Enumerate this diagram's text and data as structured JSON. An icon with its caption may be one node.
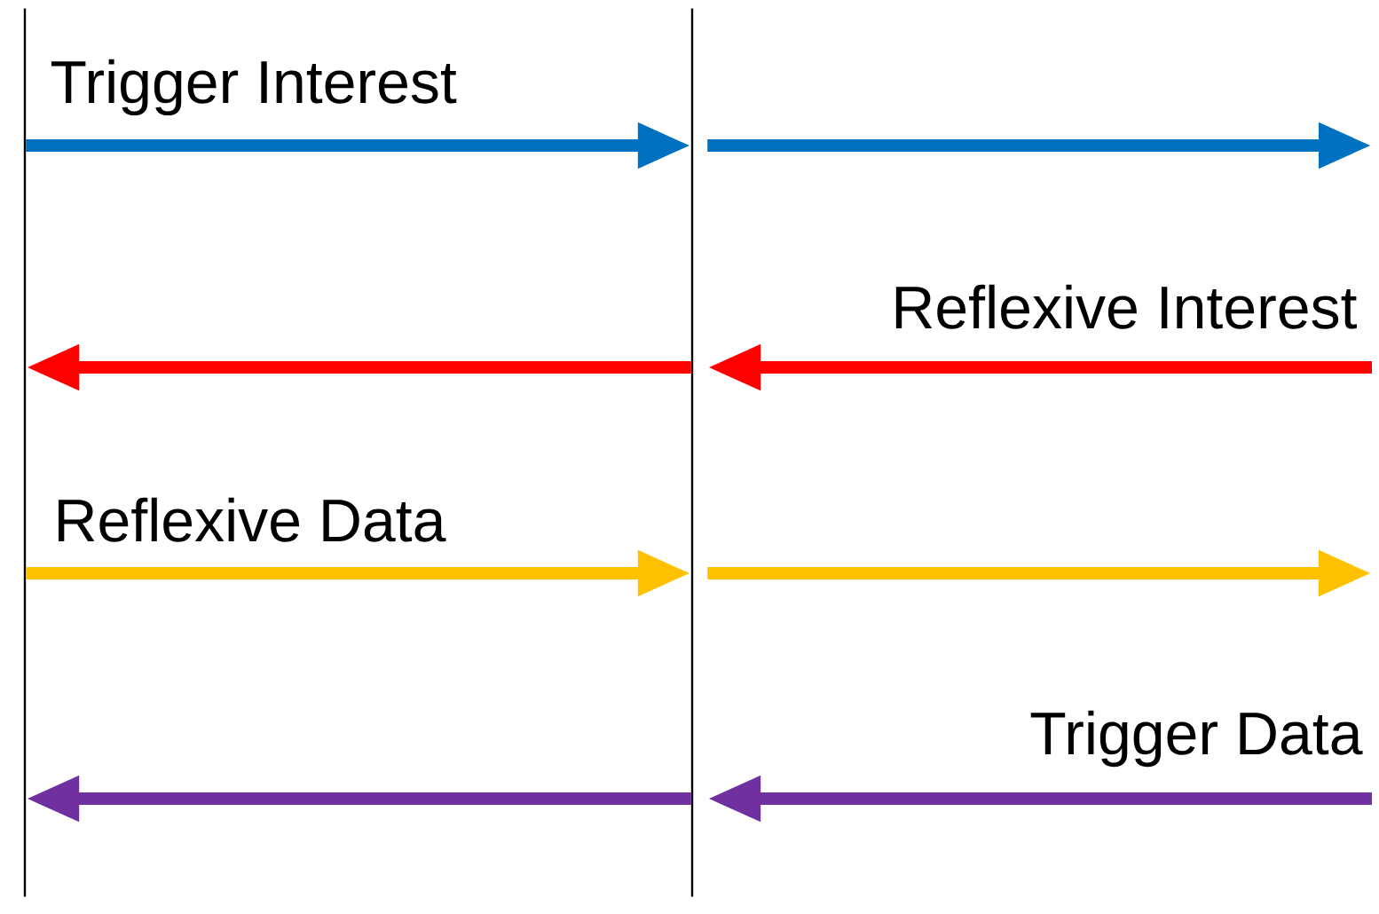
{
  "diagram": {
    "nodes": [
      {
        "text": [],
        "shape": "bar"
      },
      {
        "text": [],
        "shape": "bar"
      }
    ],
    "edges": [
      {
        "from": 0,
        "to": 1,
        "arrow": "to",
        "label": "Trigger Interest",
        "color": "#0070c0"
      },
      {
        "from": 1,
        "to": null,
        "arrow": "to",
        "color": "#0070c0"
      },
      {
        "from": 1,
        "to": 0,
        "arrow": "to",
        "color": "#ff0000"
      },
      {
        "from": null,
        "to": 1,
        "arrow": "to",
        "label": "Reflexive Interest",
        "color": "#ff0000"
      },
      {
        "from": 0,
        "to": 1,
        "arrow": "to",
        "label": "Reflexive Data",
        "color": "#ffc000"
      },
      {
        "from": 1,
        "to": null,
        "arrow": "to",
        "color": "#ffc000"
      },
      {
        "from": 1,
        "to": 0,
        "arrow": "to",
        "color": "#7030a0"
      },
      {
        "from": null,
        "to": 1,
        "arrow": "to",
        "label": "Trigger Data",
        "color": "#7030a0"
      }
    ]
  }
}
